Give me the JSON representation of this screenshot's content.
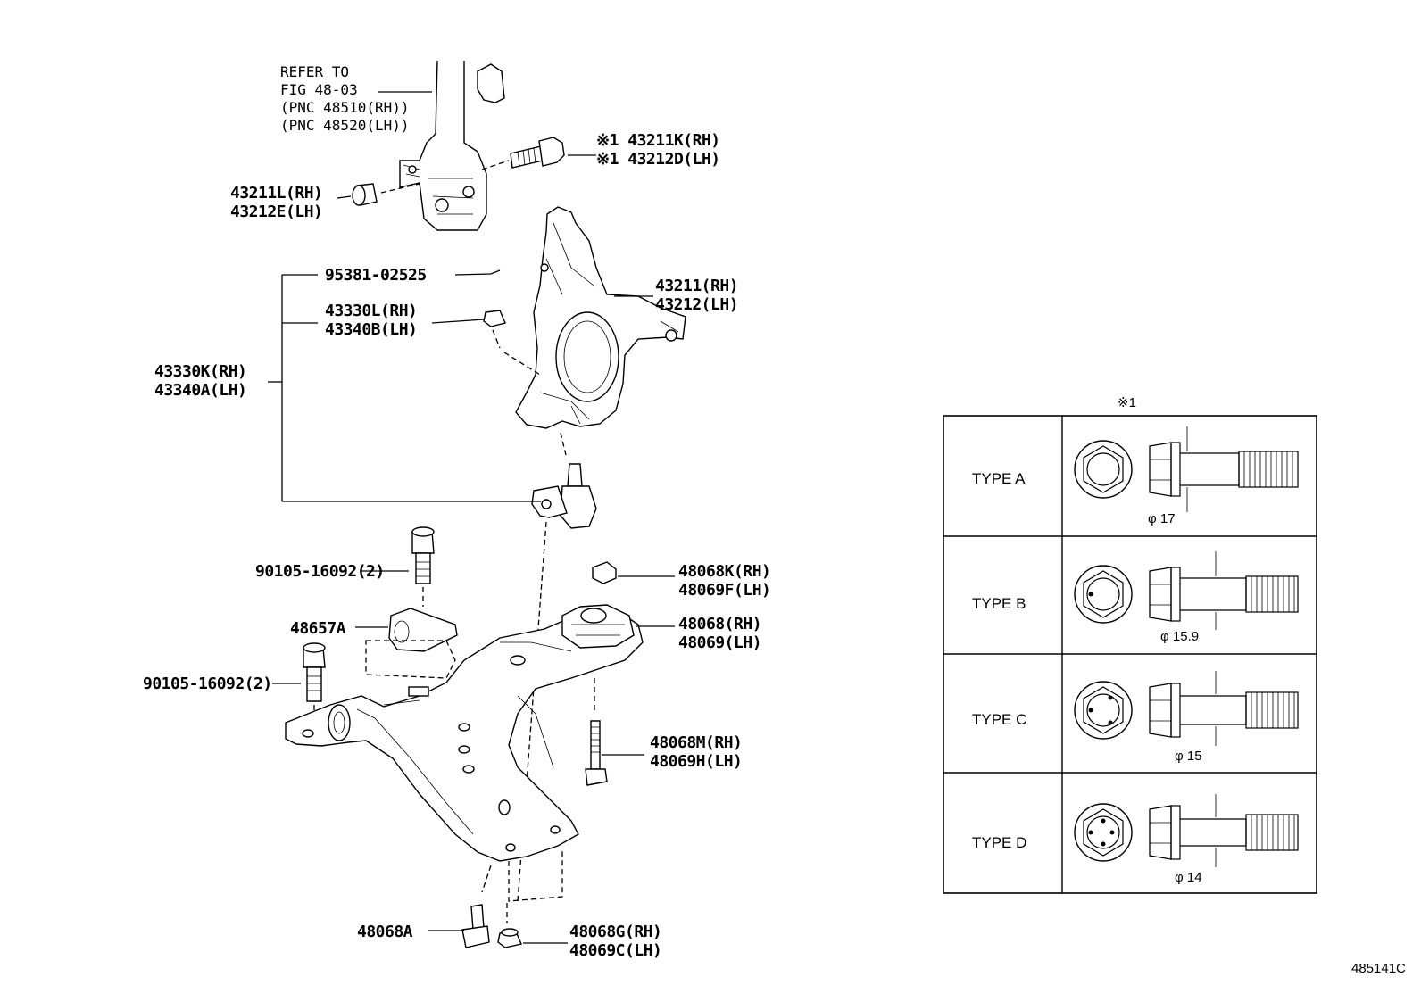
{
  "reference": {
    "lines": [
      "REFER TO",
      "FIG 48-03",
      "(PNC 48510(RH))",
      "(PNC 48520(LH))"
    ]
  },
  "labels": {
    "bolt_43211K": [
      "※1 43211K(RH)",
      "※1 43212D(LH)"
    ],
    "nut_43211L": [
      "43211L(RH)",
      "43212E(LH)"
    ],
    "pin_95381": "95381-02525",
    "knuckle": [
      "43211(RH)",
      "43212(LH)"
    ],
    "nut_43330L": [
      "43330L(RH)",
      "43340B(LH)"
    ],
    "ball_joint": [
      "43330K(RH)",
      "43340A(LH)"
    ],
    "bolt_90105_top": "90105-16092(2)",
    "bracket": "48657A",
    "bolt_90105_bottom": "90105-16092(2)",
    "nut_48068K": [
      "48068K(RH)",
      "48069F(LH)"
    ],
    "bushing_48068": [
      "48068(RH)",
      "48069(LH)"
    ],
    "bolt_48068M": [
      "48068M(RH)",
      "48069H(LH)"
    ],
    "bolt_48068A": "48068A",
    "nut_48068G": [
      "48068G(RH)",
      "48069C(LH)"
    ]
  },
  "table": {
    "note_mark": "※1",
    "rows": [
      {
        "type": "TYPE A",
        "diameter": "φ 17"
      },
      {
        "type": "TYPE B",
        "diameter": "φ 15.9"
      },
      {
        "type": "TYPE C",
        "diameter": "φ 15"
      },
      {
        "type": "TYPE D",
        "diameter": "φ 14"
      }
    ]
  },
  "figure_number": "485141C"
}
